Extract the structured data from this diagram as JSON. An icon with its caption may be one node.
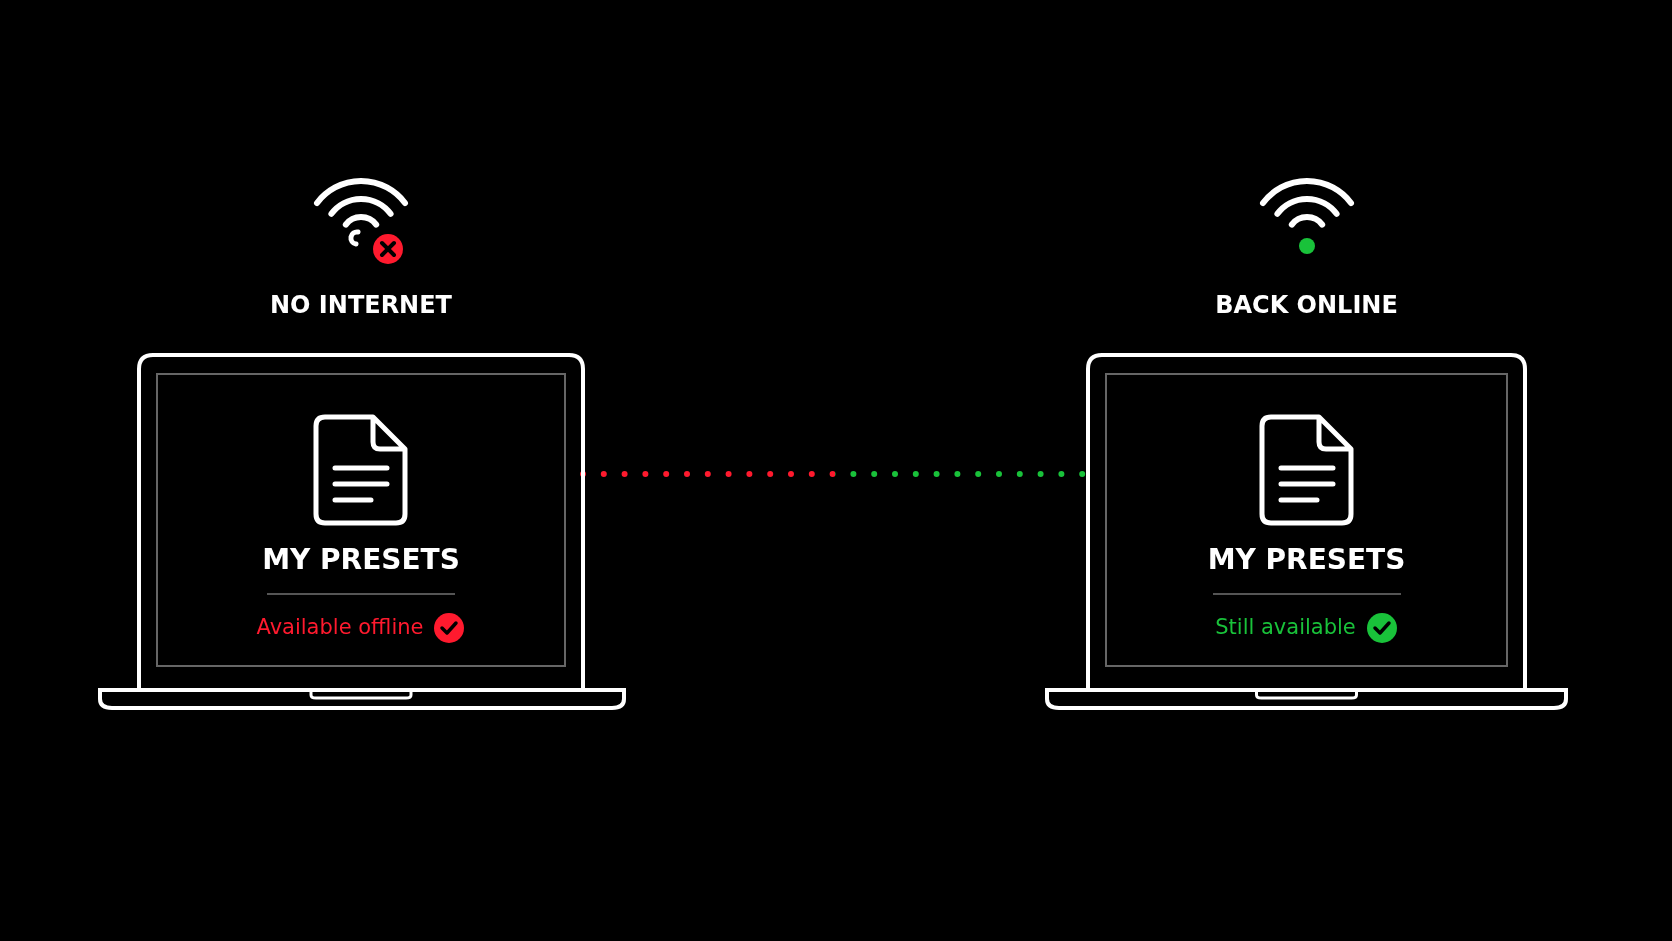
{
  "diagram": {
    "nodes": [
      {
        "text": [
          "NO INTERNET",
          "MY PRESETS",
          "Available offline"
        ]
      },
      {
        "text": [
          "BACK ONLINE",
          "MY PRESETS",
          "Still available"
        ]
      }
    ],
    "edges": [
      {
        "from": 0,
        "to": 1,
        "arrow": "none",
        "style": "dashed"
      }
    ]
  }
}
